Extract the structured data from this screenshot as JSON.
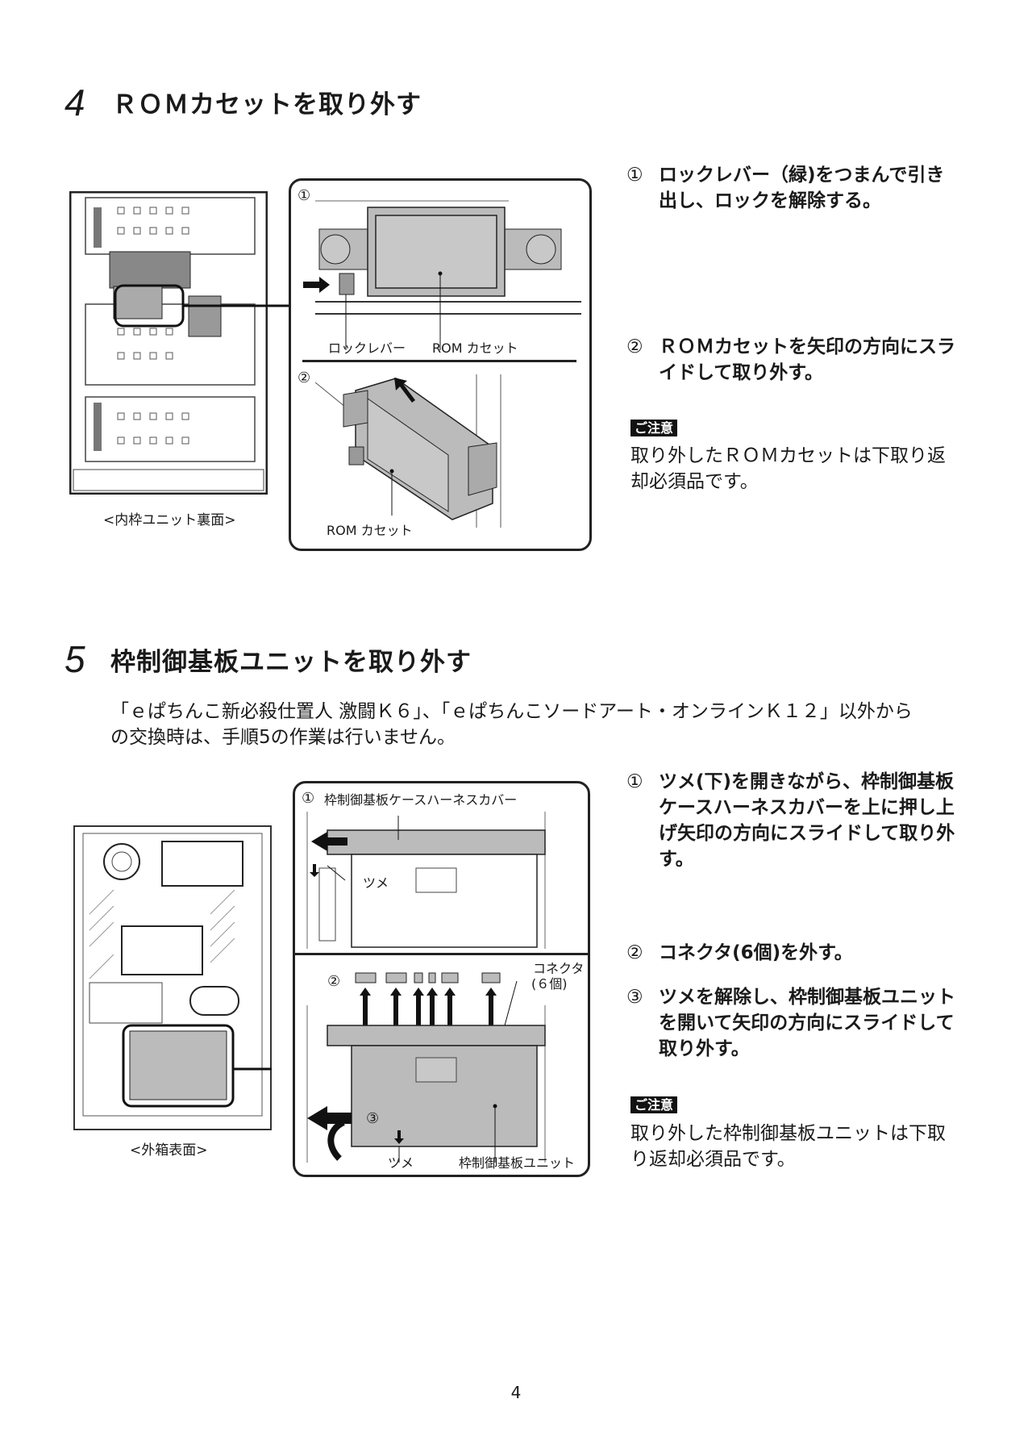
{
  "section4": {
    "number": "4",
    "title": "ＲＯＭカセットを取り外す",
    "unit_caption": "<内枠ユニット裏面>",
    "diagram": {
      "step1_marker": "①",
      "step2_marker": "②",
      "lock_lever_label": "ロックレバー",
      "rom_label_1": "ROM カセット",
      "rom_label_2": "ROM カセット"
    },
    "steps": [
      {
        "marker": "①",
        "lines": [
          "ロックレバー（緑)をつまんで引き",
          "出し、ロックを解除する。"
        ]
      },
      {
        "marker": "②",
        "lines": [
          "ＲＯＭカセットを矢印の方向にスラ",
          "イドして取り外す。"
        ]
      }
    ],
    "caution": {
      "badge": "ご注意",
      "lines": [
        "取り外したＲＯＭカセットは下取り返",
        "却必須品です。"
      ]
    }
  },
  "section5": {
    "number": "5",
    "title": "枠制御基板ユニットを取り外す",
    "intro_lines": [
      "「ｅぱちんこ新必殺仕置人 激闘Ｋ６」、「ｅぱちんこソードアート・オンラインＫ１２」以外から",
      "の交換時は、手順5の作業は行いません。"
    ],
    "unit_caption": "<外箱表面>",
    "diagram": {
      "step1_marker": "①",
      "cover_label": "枠制御基板ケースハーネスカバー",
      "claw_label_1": "ツメ",
      "step2_marker": "②",
      "connector_label": "コネクタ",
      "connector_count": "(６個)",
      "step3_marker": "③",
      "claw_label_2": "ツメ",
      "unit_label": "枠制御基板ユニット"
    },
    "steps": [
      {
        "marker": "①",
        "lines": [
          "ツメ(下)を開きながら、枠制御基板",
          "ケースハーネスカバーを上に押し上",
          "げ矢印の方向にスライドして取り外",
          "す。"
        ]
      },
      {
        "marker": "②",
        "lines": [
          "コネクタ(6個)を外す。"
        ]
      },
      {
        "marker": "③",
        "lines": [
          "ツメを解除し、枠制御基板ユニット",
          "を開いて矢印の方向にスライドして",
          "取り外す。"
        ]
      }
    ],
    "caution": {
      "badge": "ご注意",
      "lines": [
        "取り外した枠制御基板ユニットは下取",
        "り返却必須品です。"
      ]
    }
  },
  "page_number": "4"
}
